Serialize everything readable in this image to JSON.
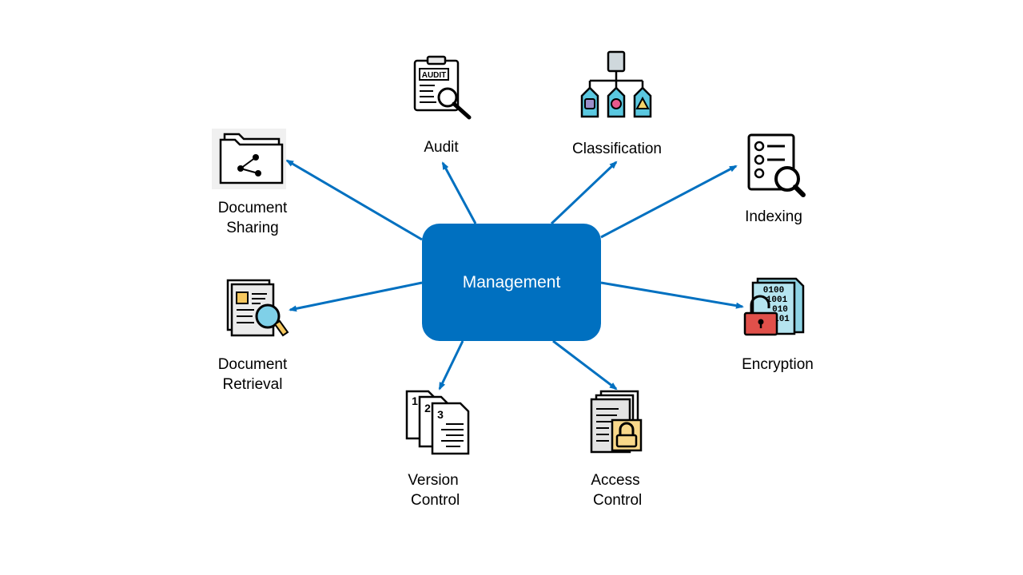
{
  "colors": {
    "hub": "#0070C0",
    "arrow": "#0070C0",
    "text": "#000000"
  },
  "hub": {
    "label": "Management"
  },
  "nodes": [
    {
      "id": "audit",
      "label": "Audit",
      "icon": "audit-clipboard-icon"
    },
    {
      "id": "classification",
      "label": "Classification",
      "icon": "classification-tree-icon"
    },
    {
      "id": "indexing",
      "label": "Indexing",
      "icon": "index-search-list-icon"
    },
    {
      "id": "encryption",
      "label": "Encryption",
      "icon": "encryption-lock-icon"
    },
    {
      "id": "access_control",
      "label": "Access\n Control",
      "icon": "access-lock-document-icon"
    },
    {
      "id": "version_control",
      "label": "Version\n Control",
      "icon": "version-documents-icon"
    },
    {
      "id": "document_retrieval",
      "label": "Document\nRetrieval",
      "icon": "document-search-icon"
    },
    {
      "id": "document_sharing",
      "label": "Document\nSharing",
      "icon": "shared-folder-icon"
    }
  ]
}
